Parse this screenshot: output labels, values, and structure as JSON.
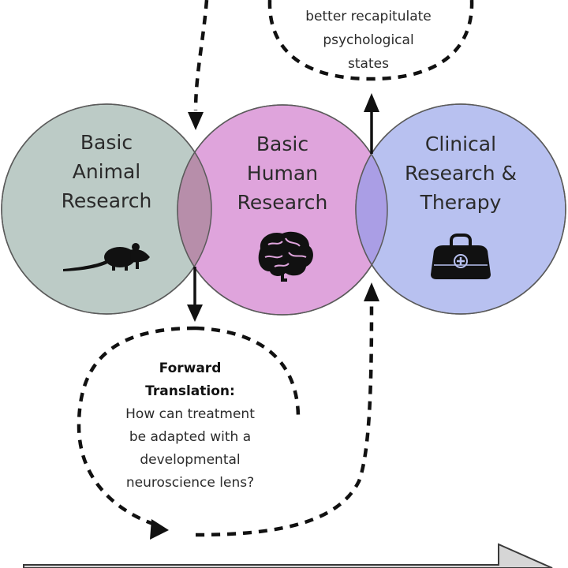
{
  "circles": {
    "animal": {
      "lines": [
        "Basic",
        "Animal",
        "Research"
      ],
      "icon": "rat-icon",
      "color": "#bccbc6"
    },
    "human": {
      "lines": [
        "Basic",
        "Human",
        "Research"
      ],
      "icon": "brain-icon",
      "color": "#dfa4dc"
    },
    "clinical": {
      "lines": [
        "Clinical",
        "Research &",
        "Therapy"
      ],
      "icon": "medical-bag-icon",
      "color": "#b8c1f0"
    }
  },
  "reverse_translation": {
    "lines": [
      "better recapitulate",
      "psychological",
      "states"
    ]
  },
  "forward_translation": {
    "title_lines": [
      "Forward",
      "Translation:"
    ],
    "body_lines": [
      "How can treatment",
      "be adapted with a",
      "developmental",
      "neuroscience lens?"
    ]
  },
  "colors": {
    "outline": "#5b5b5b",
    "dash": "#111111",
    "arrow_fill": "#d6d6d6"
  }
}
